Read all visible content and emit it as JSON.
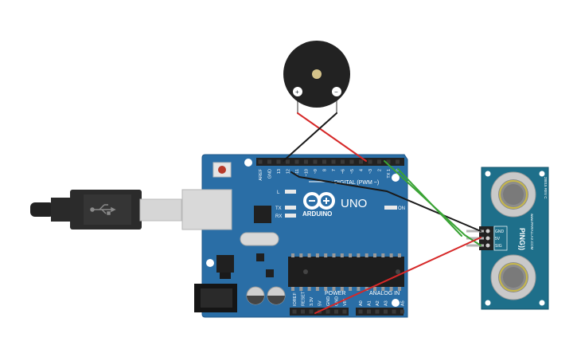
{
  "board": {
    "brand": "ARDUINO",
    "model": "UNO",
    "digital_header_label": "DIGITAL (PWM ~)",
    "power_label": "POWER",
    "analog_label": "ANALOG IN",
    "on_label": "ON",
    "led_l": "L",
    "led_tx": "TX",
    "led_rx": "RX",
    "digital_pins": [
      "AREF",
      "GND",
      "13",
      "12",
      "~11",
      "~10",
      "~9",
      "8",
      "7",
      "~6",
      "~5",
      "4",
      "~3",
      "2",
      "TX 1",
      "RX 0"
    ],
    "power_pins": [
      "IOREF",
      "RESET",
      "3.3V",
      "5V",
      "GND",
      "GND",
      "VIN"
    ],
    "analog_pins": [
      "A0",
      "A1",
      "A2",
      "A3",
      "A4",
      "A5"
    ],
    "colors": {
      "pcb": "#2a6ea6",
      "header": "#222222",
      "chip": "#1e1e1e"
    }
  },
  "sensor": {
    "name": "PING))",
    "maker": "www.PARALLAX.COM",
    "part": "28015 REV C",
    "pins": [
      "GND",
      "5V",
      "SIG"
    ],
    "colors": {
      "pcb": "#1e6f8a",
      "transducer": "#c9c9c9"
    }
  },
  "buzzer": {
    "plus": "+",
    "minus": "−",
    "colors": {
      "body": "#222222",
      "center": "#d4c28a"
    }
  },
  "usb": {
    "icon": "usb-icon"
  },
  "wires": {
    "colors": {
      "red": "#d62828",
      "black": "#1a1a1a",
      "green": "#3aa335"
    }
  }
}
